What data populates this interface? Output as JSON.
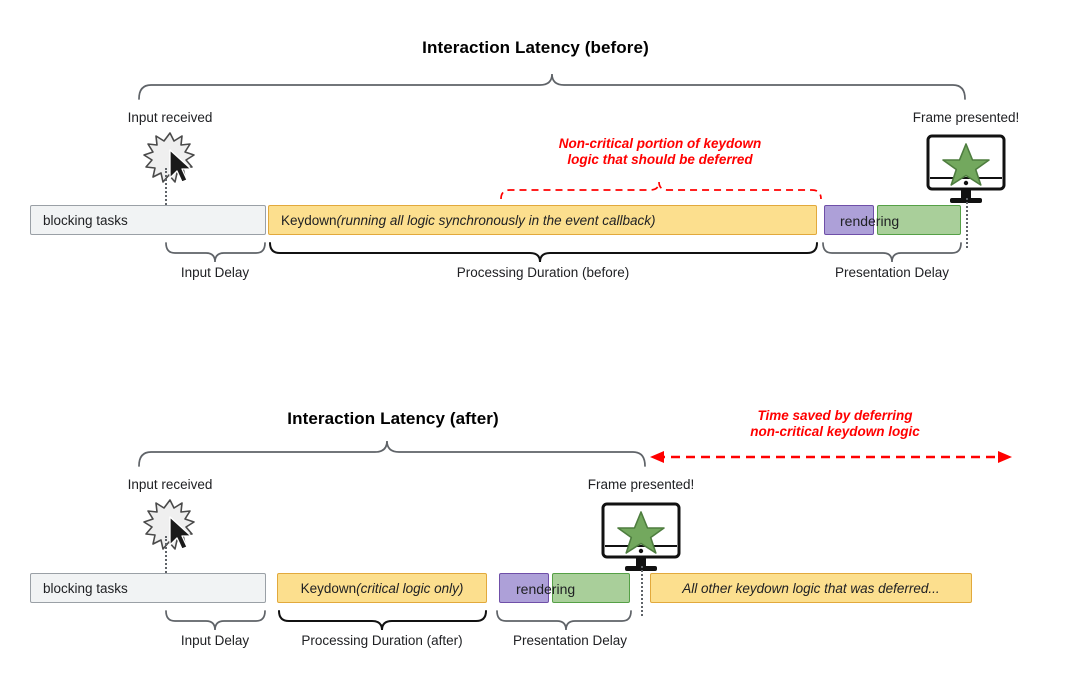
{
  "diagrams": [
    {
      "id": "before",
      "title": "Interaction Latency (before)",
      "start_caption": "Input received",
      "end_caption": "Frame presented!",
      "red_note_line1": "Non-critical portion of keydown",
      "red_note_line2": "logic that should be deferred",
      "bars": [
        {
          "name": "blocking-tasks",
          "label": "blocking tasks",
          "color": "#f1f3f4",
          "border": "#9aa0a6"
        },
        {
          "name": "keydown",
          "label_plain": "Keydown ",
          "label_italic": "(running all logic synchronously in the event callback)",
          "color": "#fcdf8e",
          "border": "#e2a93c"
        },
        {
          "name": "presentation-purple",
          "label": "",
          "color": "#ada0d8",
          "border": "#6f4fa8"
        },
        {
          "name": "presentation-green",
          "label": "",
          "color": "#a9cf9a",
          "border": "#55a046"
        }
      ],
      "rendering_label": "rendering",
      "phases": [
        {
          "name": "input-delay",
          "label": "Input Delay"
        },
        {
          "name": "processing-duration",
          "label": "Processing Duration (before)"
        },
        {
          "name": "presentation-delay",
          "label": "Presentation Delay"
        }
      ]
    },
    {
      "id": "after",
      "title": "Interaction Latency (after)",
      "start_caption": "Input received",
      "end_caption": "Frame presented!",
      "red_note_line1": "Time saved by deferring",
      "red_note_line2": "non-critical keydown logic",
      "bars": [
        {
          "name": "blocking-tasks",
          "label": "blocking tasks",
          "color": "#f1f3f4",
          "border": "#9aa0a6"
        },
        {
          "name": "keydown",
          "label_plain": "Keydown ",
          "label_italic": "(critical logic only)",
          "color": "#fcdf8e",
          "border": "#e2a93c"
        },
        {
          "name": "presentation-purple",
          "label": "",
          "color": "#ada0d8",
          "border": "#6f4fa8"
        },
        {
          "name": "presentation-green",
          "label": "",
          "color": "#a9cf9a",
          "border": "#55a046"
        },
        {
          "name": "deferred-work",
          "label": "All other keydown logic that was deferred...",
          "color": "#fcdf8e",
          "border": "#e2a93c"
        }
      ],
      "rendering_label": "rendering",
      "phases": [
        {
          "name": "input-delay",
          "label": "Input Delay"
        },
        {
          "name": "processing-duration",
          "label": "Processing Duration (after)"
        },
        {
          "name": "presentation-delay",
          "label": "Presentation Delay"
        }
      ]
    }
  ],
  "icons": {
    "click_burst": "click-burst-icon",
    "cursor": "mouse-cursor-icon",
    "monitor": "monitor-icon",
    "star": "star-icon"
  },
  "colors": {
    "red_annotation": "#ff0000",
    "yellow_fill": "#fcdf8e",
    "yellow_border": "#e2a93c",
    "purple_fill": "#ada0d8",
    "purple_border": "#6f4fa8",
    "green_fill": "#a9cf9a",
    "green_border": "#55a046",
    "gray_fill": "#f1f3f4",
    "gray_border": "#9aa0a6",
    "brace_dark": "#111111",
    "brace_light": "#5f6368"
  }
}
